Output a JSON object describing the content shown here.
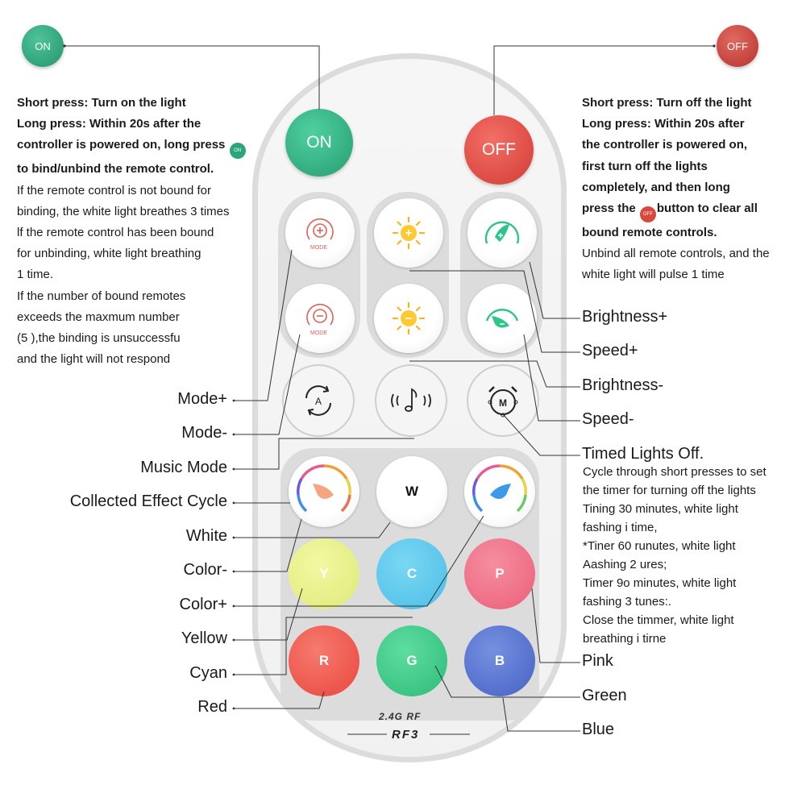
{
  "badges": {
    "on": "ON",
    "off": "OFF"
  },
  "left_note": {
    "bold": [
      "Short press: Turn on the light",
      "Long press: Within 20s after the",
      "controller is powered on, long press",
      "to bind/unbind the remote control."
    ],
    "inline_badge": "ON",
    "normal": [
      "If the remote control is not bound for",
      "binding, the white light breathes 3 times",
      "lf the remote control has been bound",
      "for unbinding, white light breathing",
      "1 time.",
      "If the number of bound remotes",
      "exceeds the maxmum number",
      "(5 ),the binding is unsuccessfu",
      "and the light will not respond"
    ]
  },
  "right_note": {
    "bold": [
      "Short press: Turn off the light",
      "Long press: Within 20s after",
      "the controller is powered on,",
      "first turn off the lights",
      "completely, and then long"
    ],
    "bold_pre": "press the",
    "inline_badge": "OFF",
    "bold_post": "button to clear all",
    "bold_last": "bound remote controls.",
    "normal": [
      "Unbind all remote controls, and the",
      "white light will pulse 1 time"
    ]
  },
  "timer_note": [
    "Cycle through short presses to set",
    "the timer for turning off the lights",
    "Tining 30 minutes, white light",
    "fashing i time,",
    "*Tiner 60 runutes, white light",
    "Aashing 2 ures;",
    "Timer 9o minutes, white light",
    "fashing 3 tunes:.",
    "Close the timmer, white light",
    "breathing i tirne"
  ],
  "labels_left": {
    "mode_plus": "Mode+",
    "mode_minus": "Mode-",
    "music_mode": "Music Mode",
    "effect_cycle": "Collected Effect Cycle",
    "white": "White",
    "color_minus": "Color-",
    "color_plus": "Color+",
    "yellow": "Yellow",
    "cyan": "Cyan",
    "red": "Red"
  },
  "labels_right": {
    "brightness_plus": "Brightness+",
    "speed_plus": "Speed+",
    "brightness_minus": "Brightness-",
    "speed_minus": "Speed-",
    "timed_off": "Timed Lights Off.",
    "pink": "Pink",
    "green": "Green",
    "blue": "Blue"
  },
  "remote": {
    "on": "ON",
    "off": "OFF",
    "mode_text": "MODE",
    "auto": "A",
    "timer": "M",
    "white": "W",
    "yellow": "Y",
    "cyan": "C",
    "pink": "P",
    "red": "R",
    "green": "G",
    "blue": "B",
    "brand_top": "2.4G RF",
    "brand_model": "RF3"
  },
  "colors": {
    "on": "#2aa67a",
    "off": "#d9473d",
    "yellow": "#e6ef86",
    "cyan": "#5ec9ea",
    "pink": "#f0758c",
    "red": "#f0574e",
    "green": "#3fc98a",
    "blue": "#5876cf"
  }
}
